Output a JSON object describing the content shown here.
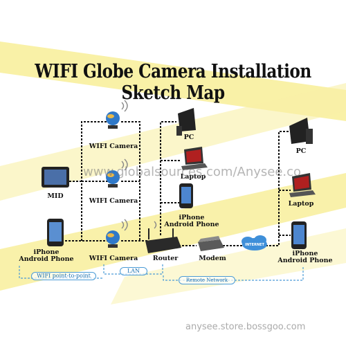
{
  "title": "WIFI Globe Camera Installation Sketch Map",
  "watermark": "www.globalsources.com/Anysee.co",
  "footer": "anysee.store.bossgoo.com",
  "nodes": {
    "camera_top": "WIFI Camera",
    "camera_mid": "WIFI Camera",
    "camera_bottom": "WIFI Camera",
    "mid": "MID",
    "phone_left": "iPhone\nAndroid Phone",
    "pc_left": "PC",
    "laptop_left": "Laptop",
    "phone_center": "iPhone\nAndroid Phone",
    "router": "Router",
    "modem": "Modem",
    "internet": "INTERNET",
    "pc_right": "PC",
    "laptop_right": "Laptop",
    "phone_right": "iPhone\nAndroid Phone"
  },
  "links": {
    "wifi_p2p": "WIFI point-to-point",
    "lan": "LAN",
    "remote": "Remote Network"
  },
  "colors": {
    "accent_yellow": "#f5e66a",
    "link_blue": "#1a6fb0",
    "cloud_blue": "#3f8fd9"
  }
}
